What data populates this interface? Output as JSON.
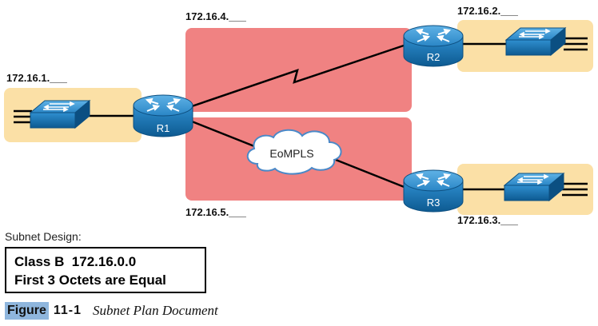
{
  "subnets": {
    "lan_r1": "172.16.1.___",
    "lan_r2": "172.16.2.___",
    "lan_r3": "172.16.3.___",
    "wan_serial": "172.16.4.___",
    "wan_eompls": "172.16.5.___"
  },
  "routers": {
    "r1": "R1",
    "r2": "R2",
    "r3": "R3"
  },
  "cloud": "EoMPLS",
  "design": {
    "caption": "Subnet Design:",
    "line1": "Class B  172.16.0.0",
    "line2": "First 3 Octets are Equal"
  },
  "figure": {
    "label": "Figure",
    "number": "11-1",
    "title": "Subnet Plan Document"
  },
  "colors": {
    "wan_area": "#f08282",
    "lan_area": "#fbe0a6",
    "device": "#1a6aa3",
    "figure_highlight": "#8fb6dd"
  }
}
